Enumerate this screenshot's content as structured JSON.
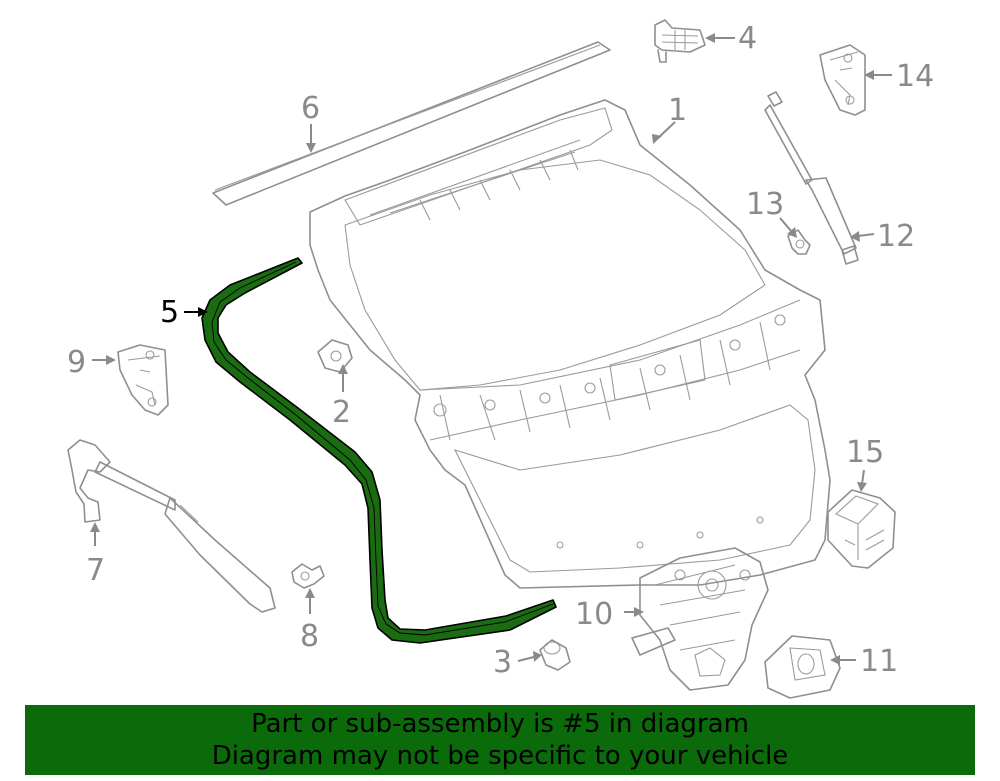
{
  "highlight_color": "#1a6b12",
  "banner_color": "#0b6b0b",
  "callouts": {
    "c1": "1",
    "c2": "2",
    "c3": "3",
    "c4": "4",
    "c5": "5",
    "c6": "6",
    "c7": "7",
    "c8": "8",
    "c9": "9",
    "c10": "10",
    "c11": "11",
    "c12": "12",
    "c13": "13",
    "c14": "14",
    "c15": "15"
  },
  "banner": {
    "line1": "Part or sub-assembly is #5 in diagram",
    "line2": "Diagram may not be specific to your vehicle"
  }
}
